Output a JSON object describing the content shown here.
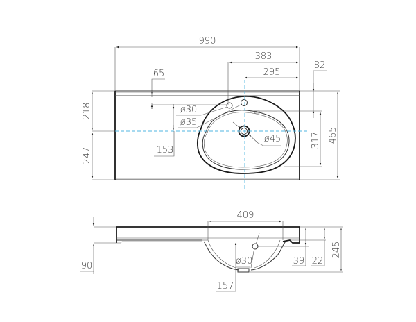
{
  "drawing": {
    "title": "Washbasin countertop technical drawing",
    "views": [
      "top-view",
      "front-view"
    ],
    "colors": {
      "outline": "#1a1a1a",
      "dimension": "#555555",
      "centerline": "#4fb6e0",
      "background": "#ffffff"
    }
  },
  "top_view": {
    "dimensions": {
      "overall_width": "990",
      "bowl_center_to_right_edge_faucet": "383",
      "bowl_center_to_right_edge": "295",
      "faucet_hole_from_back": "65",
      "faucet_offset_right": "82",
      "back_to_centerline": "218",
      "centerline_to_front": "247",
      "overall_depth": "465",
      "bowl_depth": "317",
      "tap_hole_diameter": "ø30",
      "tap_hole_diameter_2": "ø35",
      "drain_diameter": "ø45",
      "drain_offset": "153"
    }
  },
  "front_view": {
    "dimensions": {
      "bowl_width": "409",
      "slab_thickness": "90",
      "overflow_height": "157",
      "overflow_diameter": "ø30",
      "overflow_from_top": "39",
      "rim_height": "22",
      "total_height": "245"
    }
  }
}
